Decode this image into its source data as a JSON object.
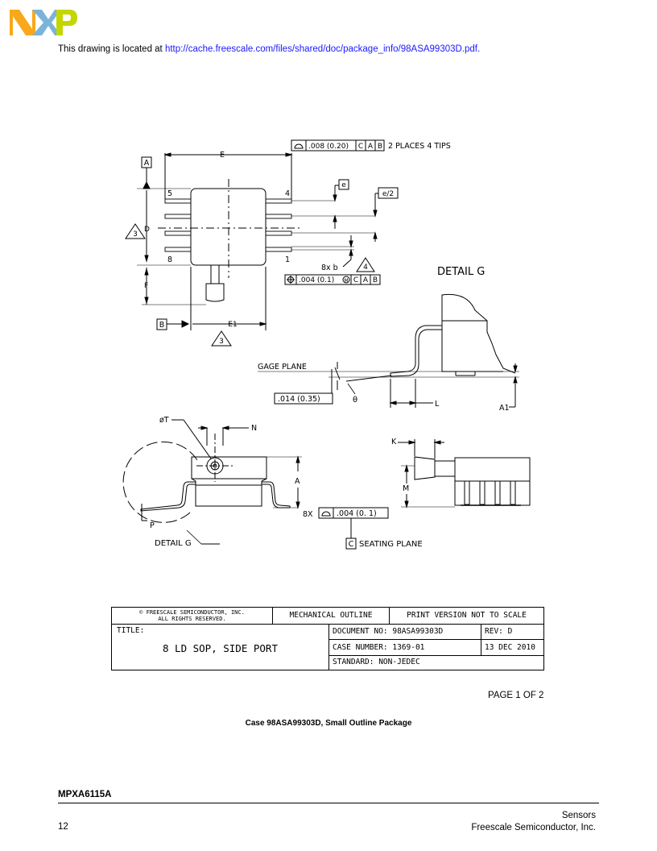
{
  "header": {
    "logo_text": "NXP",
    "intro_prefix": "This drawing is located at ",
    "intro_link": "http://cache.freescale.com/files/shared/doc/package_info/98ASA99303D.pdf."
  },
  "colors": {
    "logo_orange": "#f7a81b",
    "logo_blue": "#7bb4d8",
    "logo_green": "#c4d600",
    "link": "#1a1aff"
  },
  "drawing": {
    "datum_a": "A",
    "datum_b": "B",
    "datum_c": "C",
    "dim_e": "E",
    "dim_e1": "E1",
    "dim_d": "D",
    "dim_f": "F",
    "note_3": "3",
    "note_4": "4",
    "pin_5": "5",
    "pin_4": "4",
    "pin_8": "8",
    "pin_1": "1",
    "fcf_top_value": ".008 (0.20)",
    "fcf_top_datum_c": "C",
    "fcf_top_datum_a": "A",
    "fcf_top_datum_b": "B",
    "fcf_top_note": "2 PLACES 4 TIPS",
    "lead_pitch": "e",
    "lead_pitch_half": "e/2",
    "lead_width": "8x  b",
    "fcf_pos_value": ".004 (0.1)",
    "fcf_pos_mod": "M",
    "fcf_pos_datum_c": "C",
    "fcf_pos_datum_a": "A",
    "fcf_pos_datum_b": "B",
    "detail_g_title": "DETAIL  G",
    "gage_plane": "GAGE PLANE",
    "gage_value": ".014 (0.35)",
    "theta": "θ",
    "dim_l": "L",
    "dim_a1": "A1",
    "dim_phi_t": "øT",
    "dim_n": "N",
    "dim_a": "A",
    "dim_p": "P",
    "detail_g_label": "DETAIL  G",
    "flatness_count": "8X",
    "flatness_value": ".004  (0. 1)",
    "seating_plane": "SEATING PLANE",
    "dim_k": "K",
    "dim_m": "M"
  },
  "title_block": {
    "copyright_line1": "© FREESCALE SEMICONDUCTOR, INC.",
    "copyright_line2": "ALL RIGHTS RESERVED.",
    "outline_type": "MECHANICAL OUTLINE",
    "scale_note": "PRINT VERSION NOT TO SCALE",
    "title_label": "TITLE:",
    "title": "8 LD SOP, SIDE PORT",
    "document_no": "DOCUMENT NO: 98ASA99303D",
    "rev": "REV: D",
    "case_number": "CASE NUMBER: 1369-01",
    "date": "13 DEC 2010",
    "standard": "STANDARD: NON-JEDEC"
  },
  "page_label": "PAGE 1 OF 2",
  "caption": "Case 98ASA99303D, Small Outline Package",
  "footer": {
    "product": "MPXA6115A",
    "section": "Sensors",
    "company": "Freescale Semiconductor, Inc.",
    "page_number": "12"
  }
}
